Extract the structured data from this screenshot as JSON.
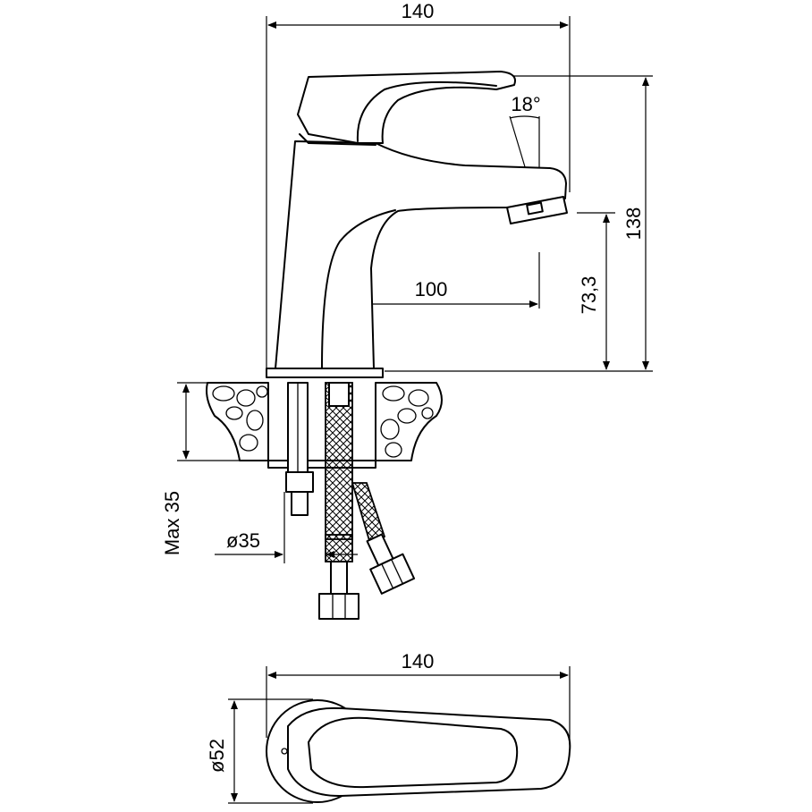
{
  "dimensions": {
    "overall_width_top": "140",
    "spout_angle": "18°",
    "overall_height": "138",
    "spout_reach": "100",
    "spout_height": "73,3",
    "max_counter_thickness": "Max 35",
    "hole_diameter": "ø35",
    "overall_width_plan": "140",
    "base_diameter": "ø52"
  },
  "colors": {
    "line": "#000000",
    "background": "#ffffff"
  }
}
